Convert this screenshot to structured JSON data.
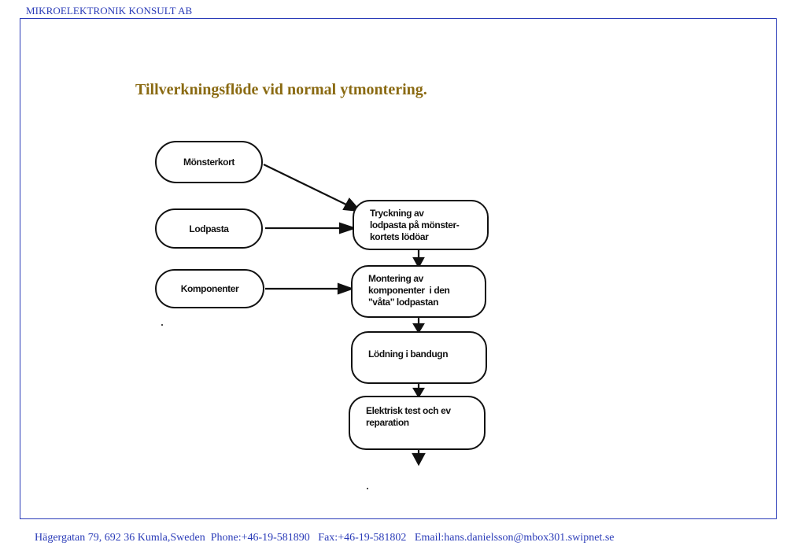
{
  "header": {
    "company": "MIKROELEKTRONIK KONSULT AB"
  },
  "title": "Tillverkningsflöde vid normal ytmontering.",
  "inputs": {
    "board": "Mönsterkort",
    "paste": "Lodpasta",
    "components": "Komponenter"
  },
  "steps": {
    "print": [
      "Tryckning av",
      "lodpasta på mönster-",
      "kortets lödöar"
    ],
    "mount": [
      "Montering av",
      "komponenter  i den",
      "\"våta\" lodpastan"
    ],
    "solder": "Lödning i bandugn",
    "test": [
      "Elektrisk test och ev",
      "reparation"
    ]
  },
  "footer": "Hägergatan 79, 692 36 Kumla,Sweden  Phone:+46-19-581890   Fax:+46-19-581802   Email:hans.danielsson@mbox301.swipnet.se"
}
